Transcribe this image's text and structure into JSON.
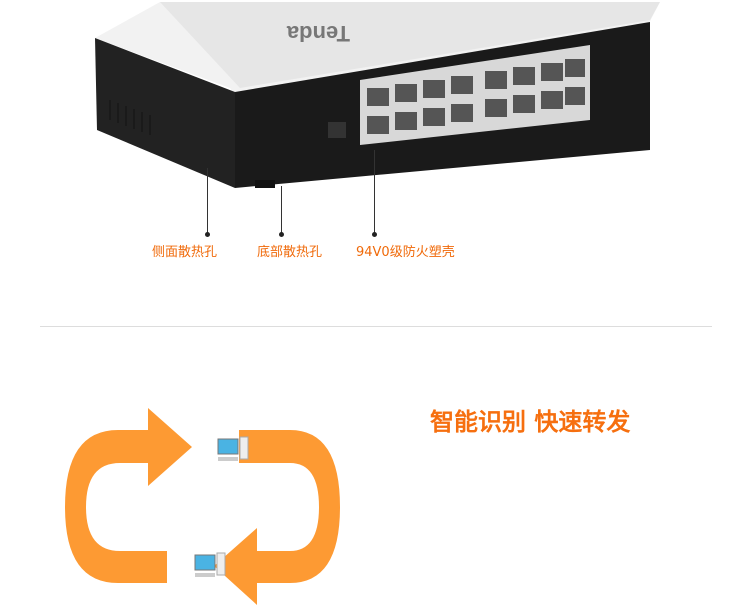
{
  "product": {
    "brand_logo": "Tenda",
    "callouts": [
      "侧面散热孔",
      "底部散热孔",
      "94V0级防火塑壳"
    ]
  },
  "feature": {
    "title": "智能识别 快速转发"
  },
  "colors": {
    "accent": "#f66f0f",
    "arrow": "#fd9a33",
    "switch_body": "#1c1c1c"
  }
}
